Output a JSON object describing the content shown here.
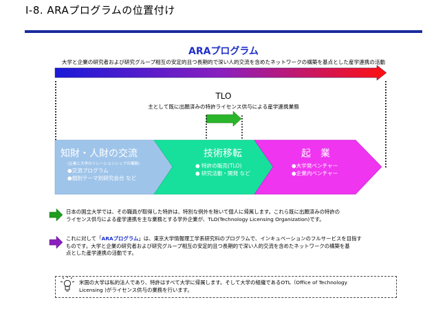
{
  "slide": {
    "title": "Ⅰ-8. ARAプログラムの位置付け"
  },
  "ara": {
    "title": "ARAプログラム",
    "subtitle": "大学と企業の研究者および研究グループ相互の安定的且つ長期的で深い人的交流を含めたネットワークの構築を基点とした産学連携の活動"
  },
  "tlo": {
    "title": "TLO",
    "subtitle": "主として既に出願済みの特許ライセンス供与による産学連携業務"
  },
  "stages": [
    {
      "title": "知財・人財の交流",
      "note": "(企業と大学のリレーションシップの構築)",
      "items": [
        "●交流プログラム",
        "●個別テーマ別研究会合 など"
      ],
      "color": "#9fc4ea"
    },
    {
      "title": "技術移転",
      "items": [
        "● 特許の販売(TLO)",
        "● 研究活動・開発  など"
      ],
      "color": "#17e09c"
    },
    {
      "title": "起　業",
      "items": [
        "●大学発ベンチャー",
        "●企業内ベンチャー"
      ],
      "color": "#ef35f0"
    }
  ],
  "bullets": [
    {
      "icon": "green-arrow",
      "color": "#1e9d1e",
      "line1": "日本の国立大学では、その職員が取得した特許は、特別な例外を除いて個人に帰属します。これら既に出願済みの特許の",
      "line2": "ライセンス供与による産学連携を主な業務とする学外企業が、TLO(Technology Licensing Organization)です。"
    },
    {
      "icon": "purple-arrow",
      "color": "#8a1fbf",
      "line1_pre": "これに対して「",
      "line1_ara": "ARAプログラム",
      "line1_post": "」は、東京大学情報理工学系研究科のプログラムで、インキュベーションのフルサービスを目指す",
      "line2": "ものです。大学と企業の研究者および研究グループ相互の安定的且つ長期的で深い人的交流を含めたネットワークの構築を基",
      "line3": "点とした産学連携の活動です。"
    }
  ],
  "note": {
    "icon": "lightbulb-icon",
    "line1": "米国の大学は私的法人であり、特許はすべて大学に帰属します。そして大学の組織であるOTL（Office of Technology",
    "line2": "Licensing )がライセンス供与の業務を行います。"
  },
  "colors": {
    "rule": "#1a2a9c",
    "ara_gradient_start": "#1a1ad8",
    "ara_gradient_end": "#ff1010",
    "tlo_arrow": "#2bb52b"
  }
}
